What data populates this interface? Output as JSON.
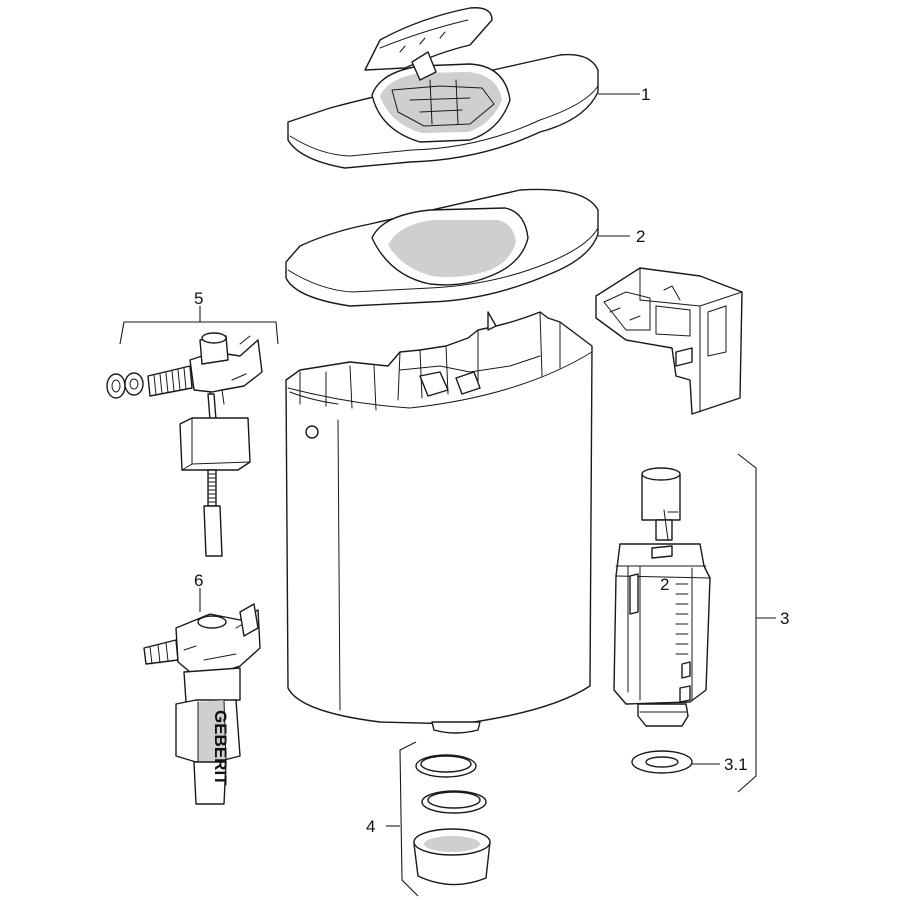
{
  "callouts": {
    "c1": "1",
    "c2": "2",
    "c3": "3",
    "c31": "3.1",
    "c4": "4",
    "c5": "5",
    "c6": "6"
  },
  "brand_text": "GEBERIT"
}
